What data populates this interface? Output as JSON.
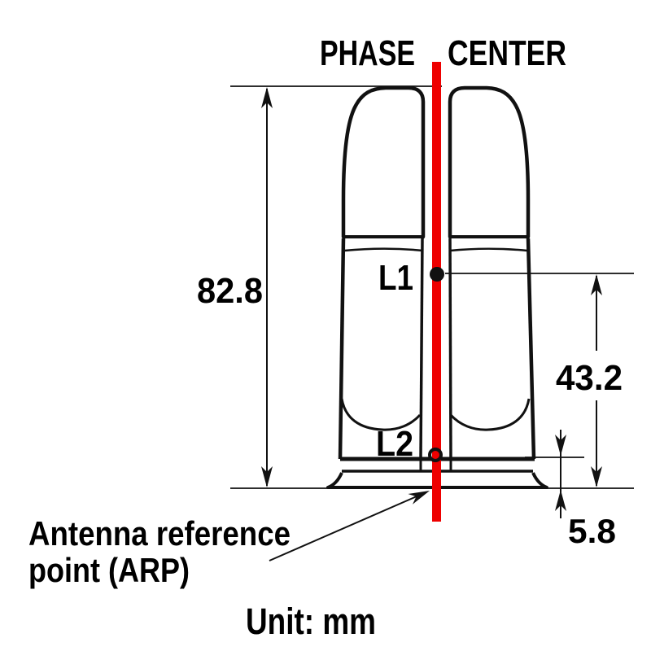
{
  "title": {
    "left": "PHASE",
    "right": "CENTER"
  },
  "antenna": {
    "l1_label": "L1",
    "l2_label": "L2"
  },
  "dimensions": {
    "total_height": "82.8",
    "l1_height": "43.2",
    "l2_height": "5.8"
  },
  "annotations": {
    "arp_line1": "Antenna reference",
    "arp_line2": "point (ARP)",
    "unit": "Unit: mm"
  },
  "colors": {
    "line_color": "#111111",
    "phase_center_line": "#ee0000",
    "text_color": "#000000",
    "background": "#ffffff"
  }
}
